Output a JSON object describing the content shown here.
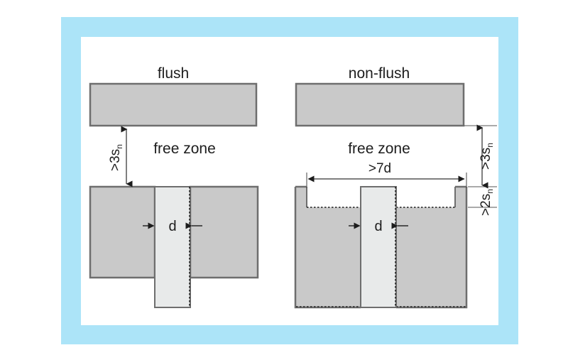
{
  "figure": {
    "type": "technical-diagram",
    "subject": "Proximity sensor mounting free zone requirements",
    "background_color": "#ffffff",
    "frame_color": "#ace4f8",
    "canvas_color": "#ffffff",
    "block_fill": "#c9c9c9",
    "sensor_fill": "#e8eaea",
    "outline_color": "#6e6e6e",
    "dim_line_color": "#555555",
    "text_color": "#1d1d1d"
  },
  "panels": [
    {
      "id": "flush",
      "title": "flush",
      "free_zone_label": "free zone",
      "sensor_diameter_label": "d",
      "vertical_clearance": {
        "prefix": ">",
        "value": "3s",
        "subscript": "n",
        "full": ">3sn"
      }
    },
    {
      "id": "non-flush",
      "title": "non-flush",
      "free_zone_label": "free zone",
      "sensor_diameter_label": "d",
      "vertical_clearance": {
        "prefix": ">",
        "value": "3s",
        "subscript": "n",
        "full": ">3sn"
      },
      "lateral_clearance": {
        "prefix": ">",
        "value": "7d",
        "subscript": "",
        "full": ">7d"
      },
      "recess_clearance": {
        "prefix": ">",
        "value": "2s",
        "subscript": "n",
        "full": ">2sn"
      }
    }
  ]
}
